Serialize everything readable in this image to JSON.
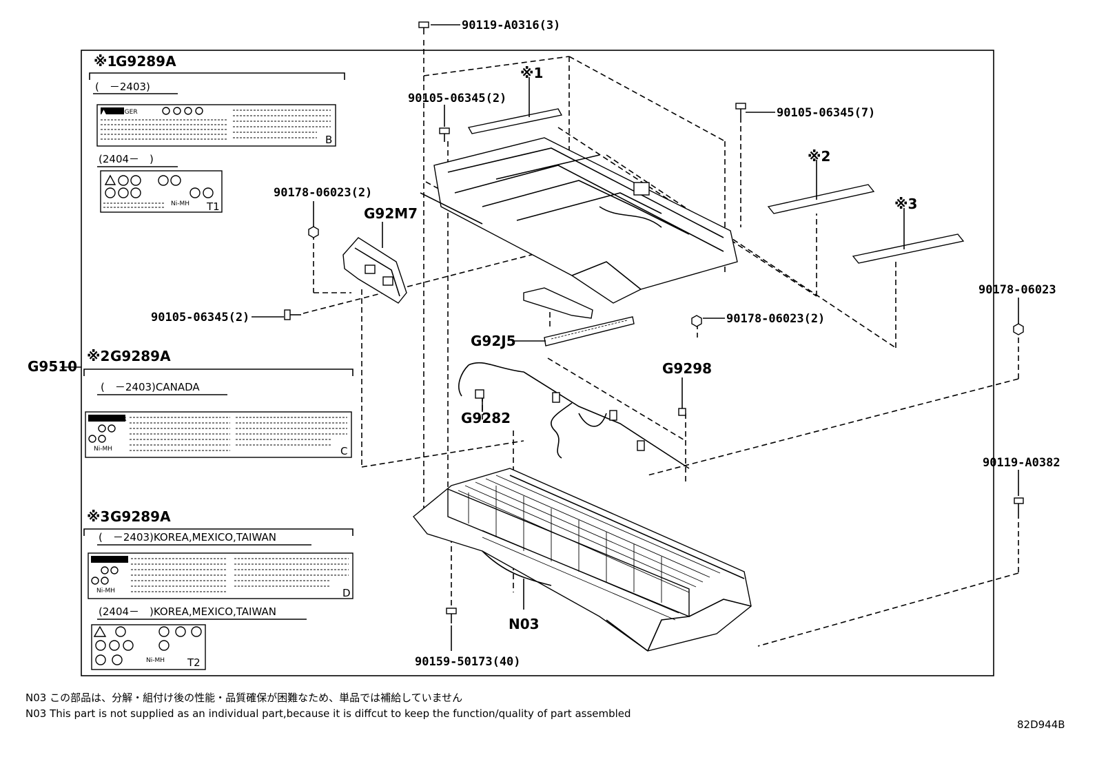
{
  "main_assembly": "G9510",
  "sticker_groups": [
    {
      "marker": "※1",
      "part": "G9289A",
      "variants": [
        {
          "range": "(　－2403)",
          "danger": "DANGER",
          "code": "B"
        },
        {
          "range": "(2404－　)",
          "chem": "Ni-MH",
          "code": "T1"
        }
      ]
    },
    {
      "marker": "※2",
      "part": "G9289A",
      "variants": [
        {
          "range": "(　－2403)CANADA",
          "danger": "DANGER",
          "chem": "Ni-MH",
          "code": "C"
        }
      ]
    },
    {
      "marker": "※3",
      "part": "G9289A",
      "variants": [
        {
          "range": "(　－2403)KOREA,MEXICO,TAIWAN",
          "danger": "DANGER",
          "chem": "Ni-MH",
          "code": "D"
        },
        {
          "range": "(2404－　)KOREA,MEXICO,TAIWAN",
          "chem": "Ni-MH",
          "code": "T2"
        }
      ]
    }
  ],
  "callouts": {
    "c1": "90119-A0316(3)",
    "c2": "90105-06345(2)",
    "c3": "90105-06345(7)",
    "c4": "90178-06023(2)",
    "c5": "G92M7",
    "c6": "90105-06345(2)",
    "c7": "90178-06023(2)",
    "c8": "90178-06023",
    "c9": "G92J5",
    "c10": "G9298",
    "c11": "G9282",
    "c12": "90119-A0382",
    "c13": "N03",
    "c14": "90159-50173(40)",
    "m1": "※1",
    "m2": "※2",
    "m3": "※3"
  },
  "notes": {
    "jp": "N03 この部品は、分解・組付け後の性能・品質確保が困難なため、単品では補給していません",
    "en": "N03 This part is not supplied as an  individual part,because it is diffcut to keep the function/quality of part assembled"
  },
  "illustration_id": "82D944B"
}
